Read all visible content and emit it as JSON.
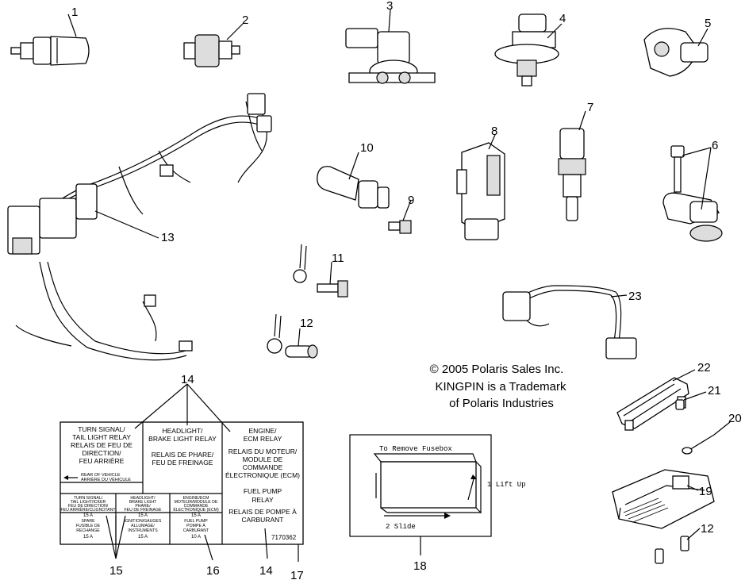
{
  "callouts": {
    "c1": "1",
    "c2": "2",
    "c3": "3",
    "c4": "4",
    "c5": "5",
    "c6": "6",
    "c7": "7",
    "c8": "8",
    "c9": "9",
    "c10": "10",
    "c11": "11",
    "c12a": "12",
    "c12b": "12",
    "c13": "13",
    "c14a": "14",
    "c14b": "14",
    "c15": "15",
    "c16": "16",
    "c17": "17",
    "c18": "18",
    "c19": "19",
    "c20": "20",
    "c21": "21",
    "c22": "22",
    "c23": "23"
  },
  "copyright": {
    "line1": "© 2005 Polaris Sales Inc.",
    "line2": "KINGPIN is a Trademark",
    "line3": "of Polaris Industries"
  },
  "fusebox_label": {
    "turn_signal": [
      "TURN SIGNAL/",
      "TAIL LIGHT RELAY",
      "RELAIS DE FEU DE",
      "DIRECTION/",
      "FEU ARRIÈRE"
    ],
    "headlight": [
      "HEADLIGHT/",
      "BRAKE LIGHT RELAY"
    ],
    "headlight_fr": [
      "RELAIS DE PHARE/",
      "FEU DE FREINAGE"
    ],
    "engine": [
      "ENGINE/",
      "ECM RELAY"
    ],
    "engine_fr": [
      "RELAIS DU MOTEUR/",
      "MODULE DE",
      "COMMANDE",
      "ÉLECTRONIQUE (ECM)"
    ],
    "rear_of_vehicle": [
      "REAR OF VEHICLE",
      "ARRIÈRE DU VÉHICULE"
    ],
    "fuse_turn": [
      "TURN SIGNAL/",
      "TAIL LIGHT/ICKER",
      "FEU DE DIRECTION/",
      "FEU ARRIÈRE/CLIGNOTANT",
      "15 A"
    ],
    "fuse_headlight": [
      "HEADLIGHT/",
      "BRAKE LIGHT",
      "PHARE/",
      "FEU DE FREINAGE",
      "15 A"
    ],
    "fuse_engine": [
      "ENGINE/ECM",
      "MOTEUR/MODULE DE",
      "COMMANDE",
      "ÉLECTRONIQUE (ECM)",
      "15 A"
    ],
    "fuel_pump_relay": [
      "FUEL PUMP",
      "RELAY"
    ],
    "fuel_pump_relay_fr": [
      "RELAIS DE POMPE À",
      "CARBURANT"
    ],
    "fuse_spare": [
      "SPARE",
      "FUSIBLE DE",
      "RECHANGE",
      "15 A"
    ],
    "fuse_ignition": [
      "IGNITION/GAUGES",
      "ALLUMAGE/",
      "INSTRUMENTS",
      "15 A"
    ],
    "fuse_fuel_pump": [
      "FUEL PUMP",
      "POMPE À",
      "CARBURANT",
      "10 A"
    ],
    "part_number": "7170362"
  },
  "fusebox_removal": {
    "title": "To Remove Fusebox",
    "step1": "1 Lift Up",
    "step2": "2 Slide"
  }
}
